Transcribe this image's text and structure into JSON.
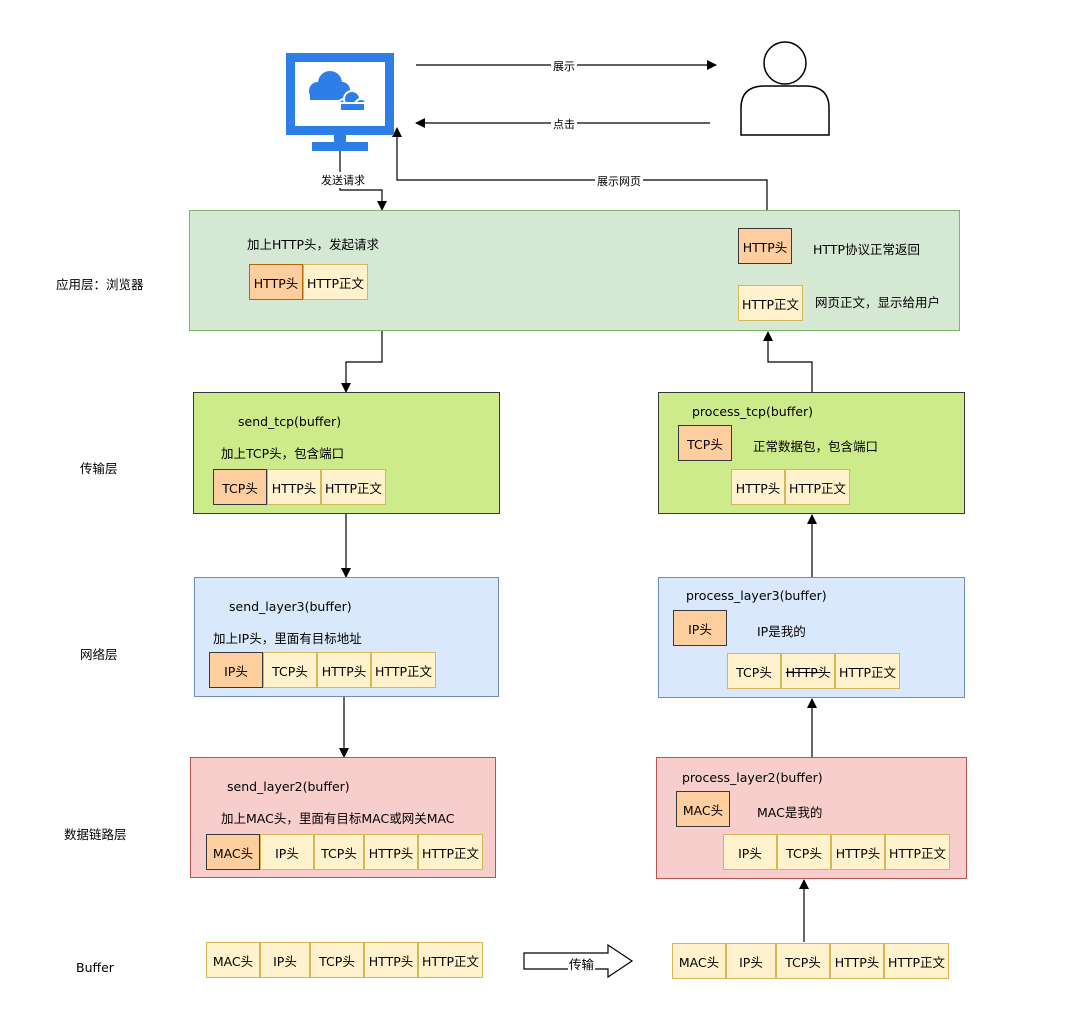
{
  "top": {
    "show_label": "展示",
    "click_label": "点击",
    "send_request_label": "发送请求",
    "show_page_label": "展示网页"
  },
  "layers": {
    "app": "应用层：浏览器",
    "transport": "传输层",
    "network": "网络层",
    "datalink": "数据链路层",
    "buffer": "Buffer"
  },
  "app_panel": {
    "left_caption": "加上HTTP头，发起请求",
    "http_head": "HTTP头",
    "http_body": "HTTP正文",
    "right_head": "HTTP头",
    "right_head_caption": "HTTP协议正常返回",
    "right_body": "HTTP正文",
    "right_body_caption": "网页正文，显示给用户"
  },
  "send_tcp": {
    "title": "send_tcp(buffer)",
    "caption": "加上TCP头，包含端口",
    "cells": [
      "TCP头",
      "HTTP头",
      "HTTP正文"
    ]
  },
  "send_layer3": {
    "title": "send_layer3(buffer)",
    "caption": "加上IP头，里面有目标地址",
    "cells": [
      "IP头",
      "TCP头",
      "HTTP头",
      "HTTP正文"
    ]
  },
  "send_layer2": {
    "title": "send_layer2(buffer)",
    "caption": "加上MAC头，里面有目标MAC或网关MAC",
    "cells": [
      "MAC头",
      "IP头",
      "TCP头",
      "HTTP头",
      "HTTP正文"
    ]
  },
  "process_tcp": {
    "title": "process_tcp(buffer)",
    "head": "TCP头",
    "caption": "正常数据包，包含端口",
    "cells": [
      "HTTP头",
      "HTTP正文"
    ]
  },
  "process_layer3": {
    "title": "process_layer3(buffer)",
    "head": "IP头",
    "caption": "IP是我的",
    "cells": [
      "TCP头",
      "HTTP头",
      "HTTP正文"
    ]
  },
  "process_layer2": {
    "title": "process_layer2(buffer)",
    "head": "MAC头",
    "caption": "MAC是我的",
    "cells": [
      "IP头",
      "TCP头",
      "HTTP头",
      "HTTP正文"
    ]
  },
  "buffer": {
    "left_cells": [
      "MAC头",
      "IP头",
      "TCP头",
      "HTTP头",
      "HTTP正文"
    ],
    "transfer_label": "传输",
    "right_cells": [
      "MAC头",
      "IP头",
      "TCP头",
      "HTTP头",
      "HTTP正文"
    ]
  },
  "colors": {
    "monitor": "#2d7ee6",
    "app_panel": "#d5e8d4",
    "transport_panel": "#cdeb8b",
    "network_panel": "#dae8fc",
    "datalink_panel": "#f8cecc",
    "cell": "#fff2cc",
    "header_cell": "#ffce9f"
  }
}
